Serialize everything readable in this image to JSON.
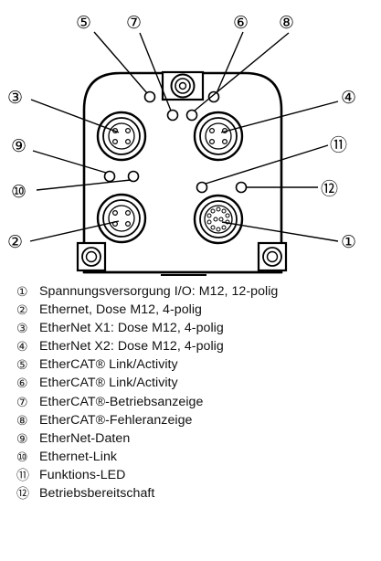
{
  "diagram": {
    "callouts": [
      {
        "id": "5",
        "glyph": "⑤"
      },
      {
        "id": "7",
        "glyph": "⑦"
      },
      {
        "id": "6",
        "glyph": "⑥"
      },
      {
        "id": "8",
        "glyph": "⑧"
      },
      {
        "id": "3",
        "glyph": "③"
      },
      {
        "id": "4",
        "glyph": "④"
      },
      {
        "id": "9",
        "glyph": "⑨"
      },
      {
        "id": "11",
        "glyph": "⑪"
      },
      {
        "id": "10",
        "glyph": "⑩"
      },
      {
        "id": "12",
        "glyph": "⑫"
      },
      {
        "id": "2",
        "glyph": "②"
      },
      {
        "id": "1",
        "glyph": "①"
      }
    ]
  },
  "legend": [
    {
      "num": "①",
      "text": "Spannungsversorgung I/O: M12, 12-polig"
    },
    {
      "num": "②",
      "text": "Ethernet, Dose M12, 4-polig"
    },
    {
      "num": "③",
      "text": "EtherNet X1: Dose M12, 4-polig"
    },
    {
      "num": "④",
      "text": "EtherNet X2: Dose M12, 4-polig"
    },
    {
      "num": "⑤",
      "text": "EtherCAT® Link/Activity"
    },
    {
      "num": "⑥",
      "text": "EtherCAT® Link/Activity"
    },
    {
      "num": "⑦",
      "text": "EtherCAT®-Betriebsanzeige"
    },
    {
      "num": "⑧",
      "text": "EtherCAT®-Fehleranzeige"
    },
    {
      "num": "⑨",
      "text": "EtherNet-Daten"
    },
    {
      "num": "⑩",
      "text": "Ethernet-Link"
    },
    {
      "num": "⑪",
      "text": "Funktions-LED"
    },
    {
      "num": "⑫",
      "text": "Betriebsbereitschaft"
    }
  ]
}
